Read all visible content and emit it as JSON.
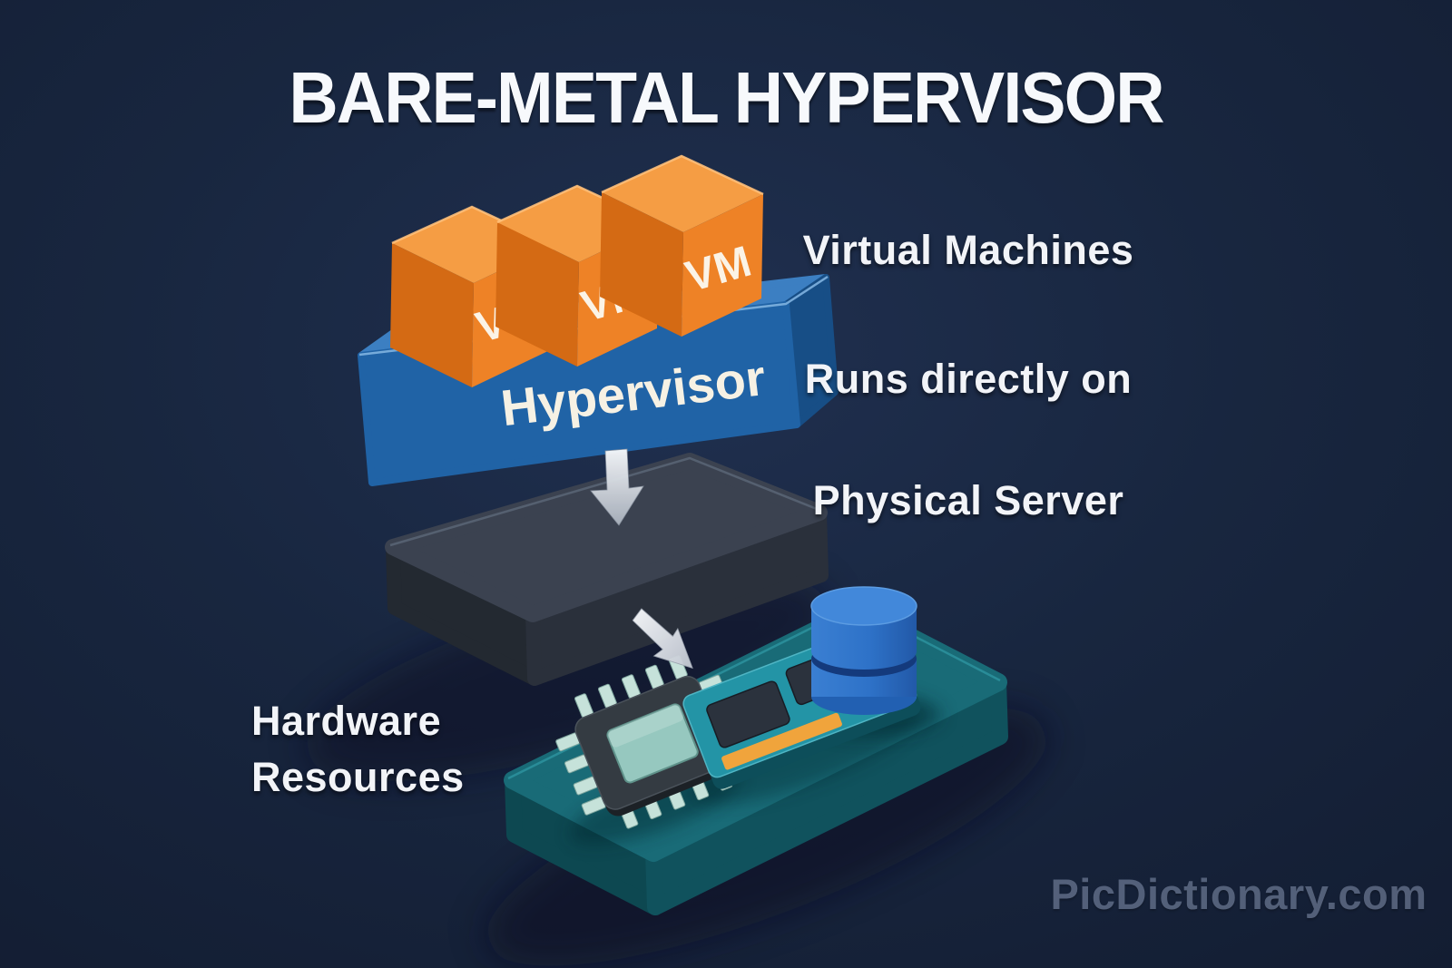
{
  "title": "BARE-METAL HYPERVISOR",
  "scene": {
    "vm_cube_label": "VM",
    "hypervisor_label": "Hypervisor"
  },
  "annotations": {
    "virtual_machines": "Virtual Machines",
    "runs_directly_on": "Runs directly on",
    "physical_server": "Physical Server",
    "hardware_line1": "Hardware",
    "hardware_line2": "Resources"
  },
  "watermark": "PicDictionary.com",
  "colors": {
    "background": "#18263f",
    "cube_top": "#f59d44",
    "cube_left": "#d46a14",
    "cube_front": "#ee8226",
    "hypervisor_top": "#3c7fc2",
    "hypervisor_front": "#2063a6",
    "hypervisor_side": "#174e86",
    "server_top": "#3b4250",
    "server_left": "#232931",
    "server_right": "#2a303b",
    "board_top": "#196b77",
    "board_left": "#0d4851",
    "board_right": "#10525d",
    "cylinder_body": "#2e72c8",
    "cylinder_top": "#4288da",
    "chip_body": "#343b42",
    "chip_pad": "#96c8bf",
    "ram_tray": "#2394a6",
    "ram_strip": "#f0a43c",
    "label_text": "#f2f4f8",
    "watermark_text": "#8795b0",
    "arrow_silver": "#dfe3e9"
  }
}
